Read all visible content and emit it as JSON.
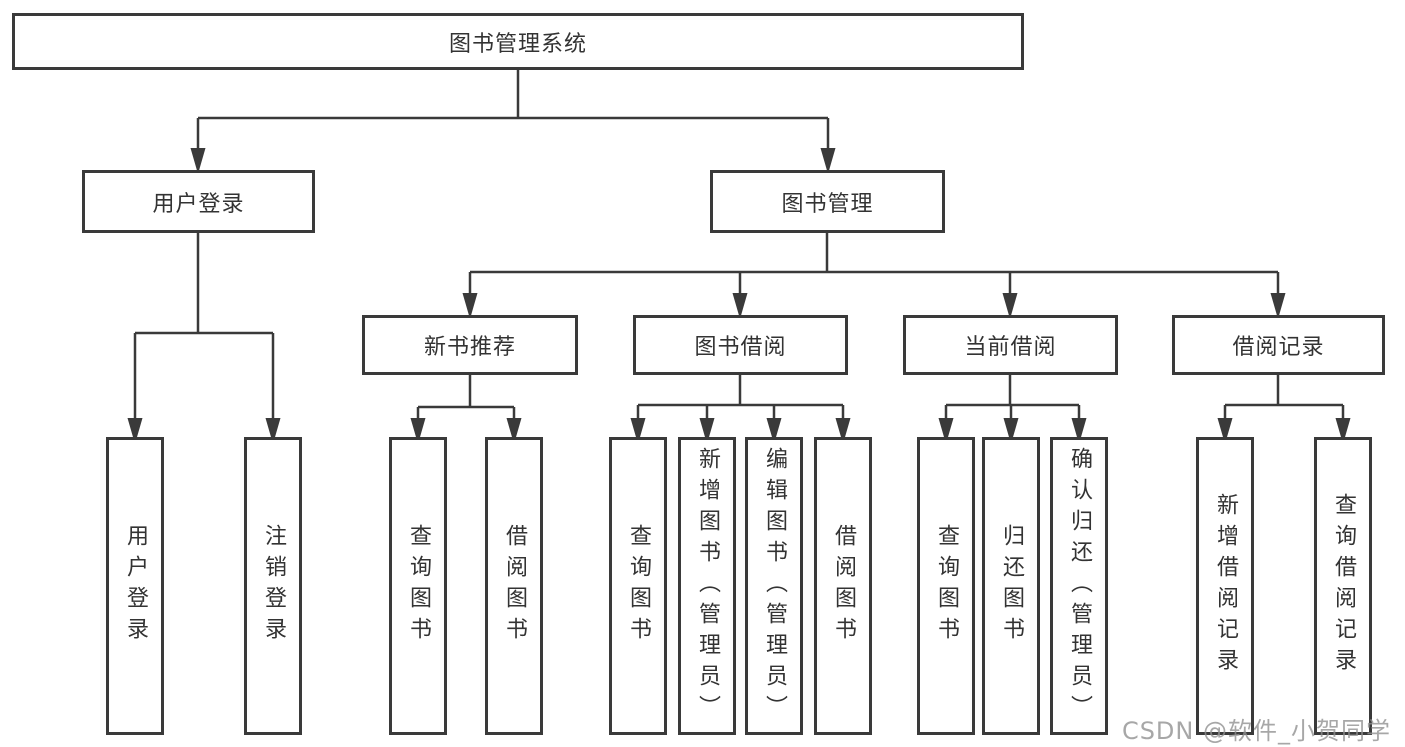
{
  "title": "图书管理系统",
  "branches": [
    {
      "label": "用户登录",
      "children": [
        {
          "label": "用户登录"
        },
        {
          "label": "注销登录"
        }
      ]
    },
    {
      "label": "图书管理",
      "children": [
        {
          "label": "新书推荐",
          "children": [
            {
              "label": "查询图书"
            },
            {
              "label": "借阅图书"
            }
          ]
        },
        {
          "label": "图书借阅",
          "children": [
            {
              "label": "查询图书"
            },
            {
              "label": "新增图书（管理员）"
            },
            {
              "label": "编辑图书（管理员）"
            },
            {
              "label": "借阅图书"
            }
          ]
        },
        {
          "label": "当前借阅",
          "children": [
            {
              "label": "查询图书"
            },
            {
              "label": "归还图书"
            },
            {
              "label": "确认归还（管理员）"
            }
          ]
        },
        {
          "label": "借阅记录",
          "children": [
            {
              "label": "新增借阅记录"
            },
            {
              "label": "查询借阅记录"
            }
          ]
        }
      ]
    }
  ],
  "watermark": {
    "text": "CSDN @软件_小贺同学"
  },
  "colors": {
    "line": "#3a3a3a",
    "text": "#333333",
    "background": "#ffffff",
    "watermark": "#919191"
  }
}
